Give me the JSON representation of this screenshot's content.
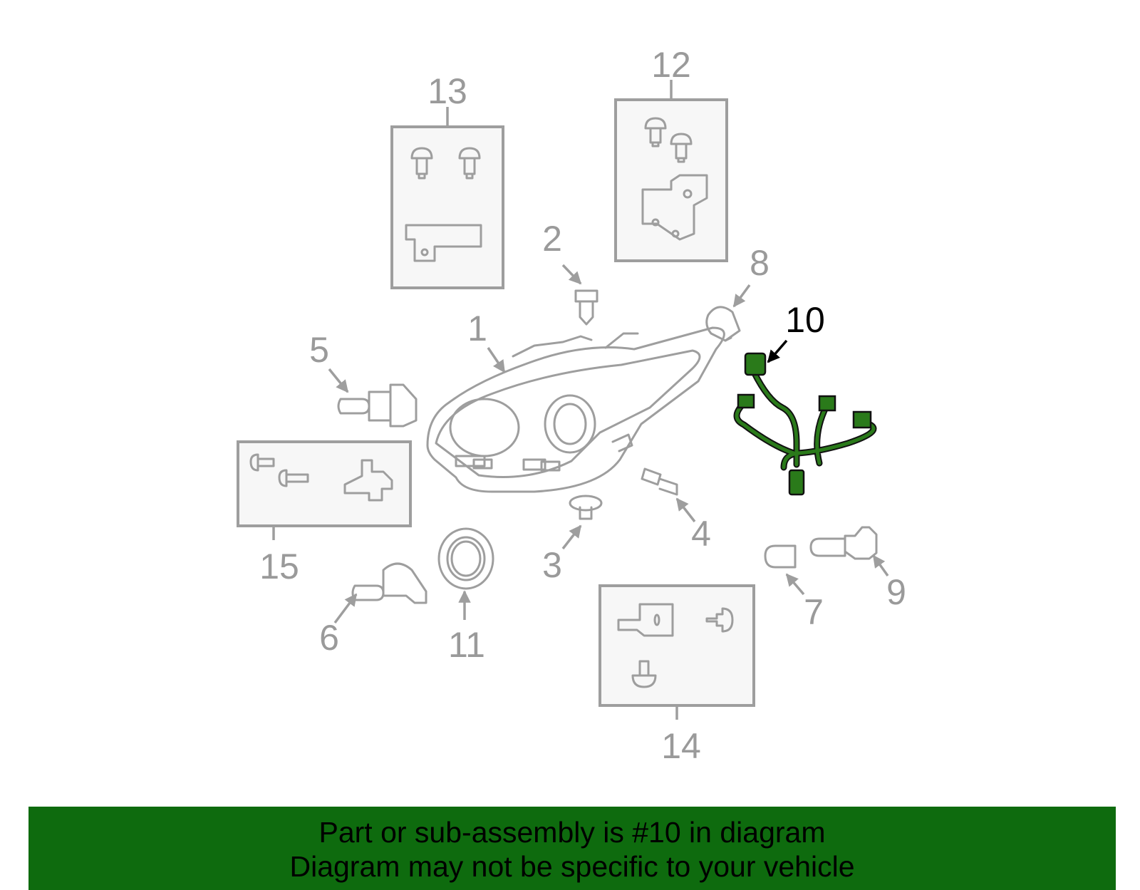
{
  "callouts": {
    "c1": "1",
    "c2": "2",
    "c3": "3",
    "c4": "4",
    "c5": "5",
    "c6": "6",
    "c7": "7",
    "c8": "8",
    "c9": "9",
    "c10": "10",
    "c11": "11",
    "c12": "12",
    "c13": "13",
    "c14": "14",
    "c15": "15"
  },
  "highlight": {
    "part": "10",
    "color": "#2a7a1a"
  },
  "banner": {
    "line1": "Part or sub-assembly is #10 in diagram",
    "line2": "Diagram may not be specific to your vehicle",
    "background": "#0e6b0e"
  }
}
